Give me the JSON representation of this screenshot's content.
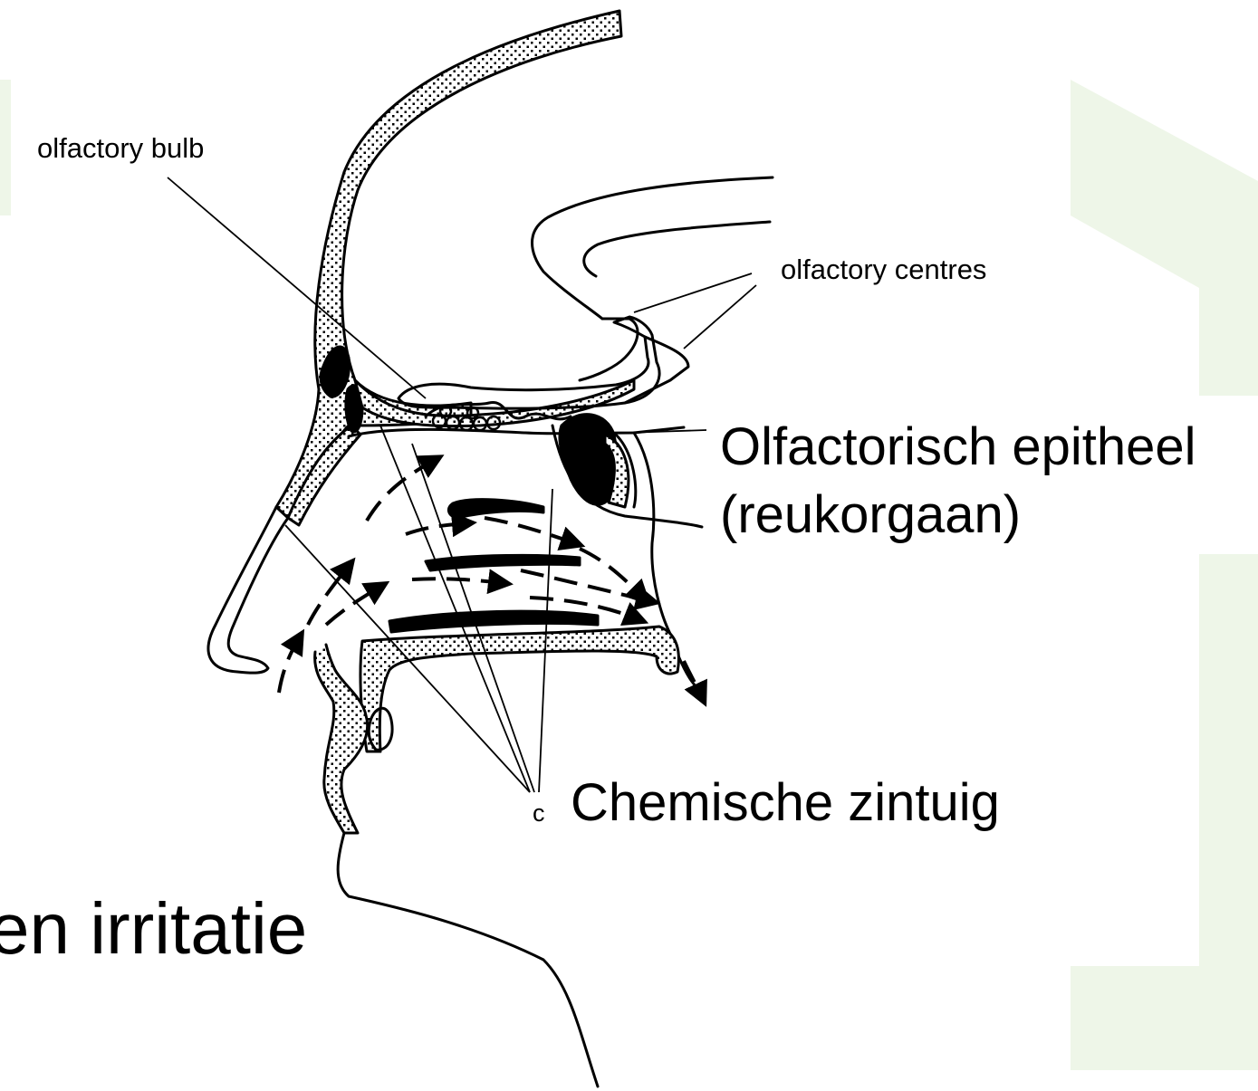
{
  "labels": {
    "olfactory_bulb": "olfactory bulb",
    "olfactory_centres": "olfactory centres",
    "epithelium_line1": "Olfactorisch epitheel",
    "epithelium_line2": "(reukorgaan)",
    "c_marker": "c",
    "chemical_sense": "Chemische zintuig",
    "irritation": "en irritatie"
  },
  "colors": {
    "background": "#ffffff",
    "slide_accent": "#eef6e8",
    "ink": "#000000"
  }
}
